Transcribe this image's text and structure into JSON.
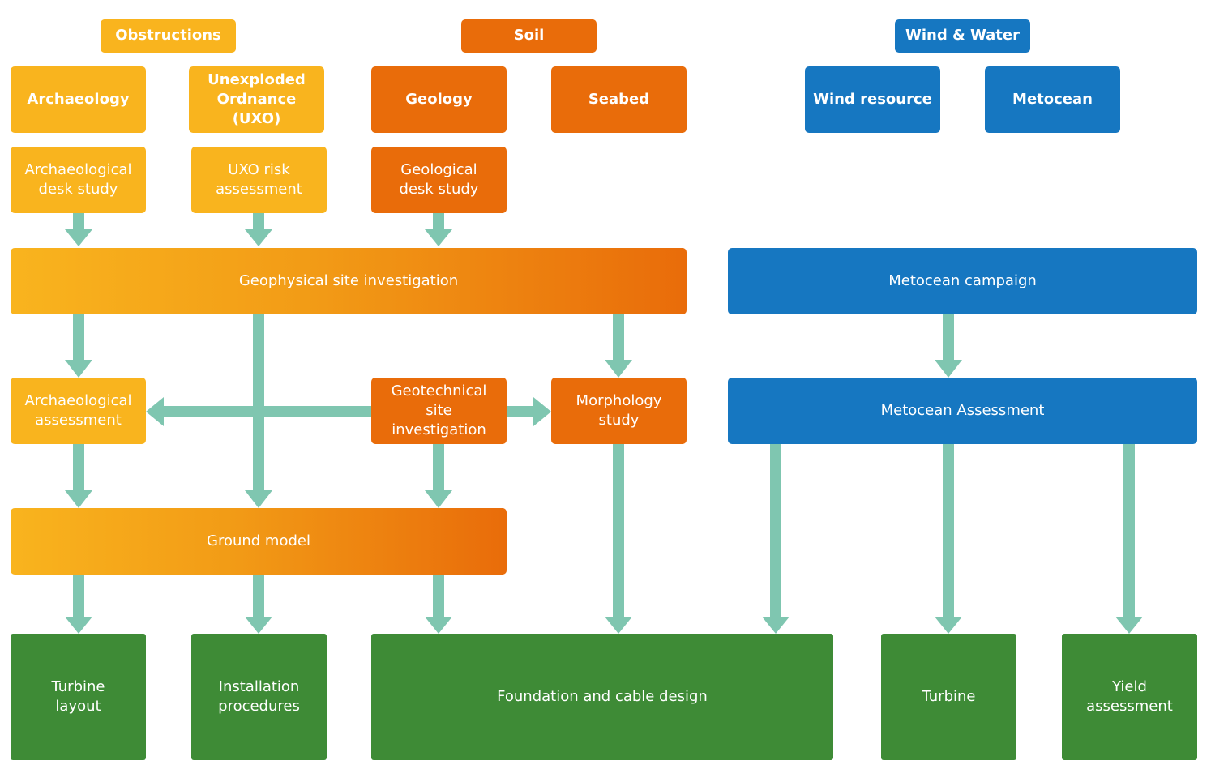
{
  "categories": {
    "obstructions": "Obstructions",
    "soil": "Soil",
    "wind_water": "Wind & Water"
  },
  "topics": {
    "archaeology": "Archaeology",
    "uxo": "Unexploded\nOrdnance (UXO)",
    "geology": "Geology",
    "seabed": "Seabed",
    "wind_resource": "Wind resource",
    "metocean": "Metocean"
  },
  "studies": {
    "arch_desk": "Archaeological\ndesk study",
    "uxo_risk": "UXO risk\nassessment",
    "geo_desk": "Geological\ndesk study"
  },
  "investigations": {
    "geophysical": "Geophysical site investigation",
    "metocean_campaign": "Metocean campaign",
    "arch_assessment": "Archaeological\nassessment",
    "geotechnical": "Geotechnical site\ninvestigation",
    "morphology": "Morphology\nstudy",
    "metocean_assessment": "Metocean Assessment",
    "ground_model": "Ground model"
  },
  "outputs": {
    "turbine_layout": "Turbine\nlayout",
    "installation": "Installation\nprocedures",
    "foundation": "Foundation and cable design",
    "turbine": "Turbine",
    "yield": "Yield\nassessment"
  },
  "colors": {
    "yellow": "#f9b41e",
    "orange": "#e96c0a",
    "blue": "#1677c1",
    "green": "#3e8b36",
    "arrow": "#7fc6b0"
  }
}
